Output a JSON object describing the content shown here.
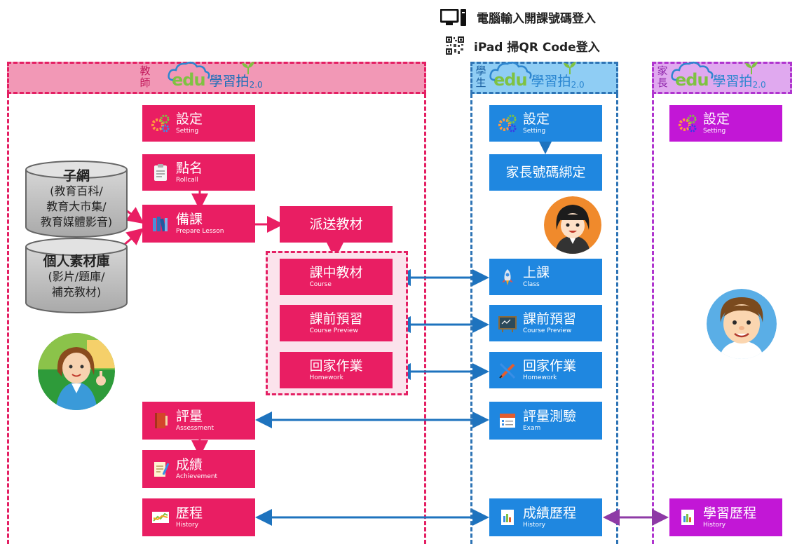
{
  "legend": {
    "pc_login": "電腦輸入開課號碼登入",
    "ipad_login": "iPad 掃QR Code登入"
  },
  "lanes": {
    "teacher_role": [
      "教",
      "師"
    ],
    "student_role": [
      "學",
      "生"
    ],
    "parent_role": [
      "家",
      "長"
    ],
    "logo_edu": "edu",
    "logo_name": "學習拍",
    "logo_ver": "2.0"
  },
  "databases": {
    "subnet": {
      "title": "子網",
      "lines": [
        "(教育百科/",
        "教育大市集/",
        "教育媒體影音)"
      ]
    },
    "personal": {
      "title": "個人素材庫",
      "lines": [
        "(影片/題庫/",
        "補充教材)"
      ]
    }
  },
  "teacher": {
    "setting": {
      "main": "設定",
      "sub": "Setting"
    },
    "rollcall": {
      "main": "點名",
      "sub": "Rollcall"
    },
    "prepare": {
      "main": "備課",
      "sub": "Prepare Lesson"
    },
    "dispatch": {
      "main": "派送教材"
    },
    "course": {
      "main": "課中教材",
      "sub": "Course"
    },
    "preview": {
      "main": "課前預習",
      "sub": "Course  Preview"
    },
    "homework": {
      "main": "回家作業",
      "sub": "Homework"
    },
    "assessment": {
      "main": "評量",
      "sub": "Assessment"
    },
    "achievement": {
      "main": "成績",
      "sub": "Achievement"
    },
    "history": {
      "main": "歷程",
      "sub": "History"
    }
  },
  "student": {
    "setting": {
      "main": "設定",
      "sub": "Setting"
    },
    "bind": {
      "main": "家長號碼綁定"
    },
    "class": {
      "main": "上課",
      "sub": "Class"
    },
    "preview": {
      "main": "課前預習",
      "sub": "Course Preview"
    },
    "homework": {
      "main": "回家作業",
      "sub": "Homework"
    },
    "exam": {
      "main": "評量測驗",
      "sub": "Exam"
    },
    "history": {
      "main": "成績歷程",
      "sub": "History"
    }
  },
  "parent": {
    "setting": {
      "main": "設定",
      "sub": "Setting"
    },
    "history": {
      "main": "學習歷程",
      "sub": "History"
    }
  },
  "colors": {
    "teacher": "#e91e63",
    "student": "#1f87e0",
    "parent": "#c217d6",
    "arrow_blue": "#1e73be",
    "arrow_purple": "#8e3aa6"
  },
  "icons": [
    "gear-icon",
    "clipboard-icon",
    "books-icon",
    "rocket-icon",
    "blackboard-icon",
    "pencil-ruler-icon",
    "exam-icon",
    "notebook-icon",
    "grade-sheet-icon",
    "chart-icon",
    "report-icon"
  ]
}
